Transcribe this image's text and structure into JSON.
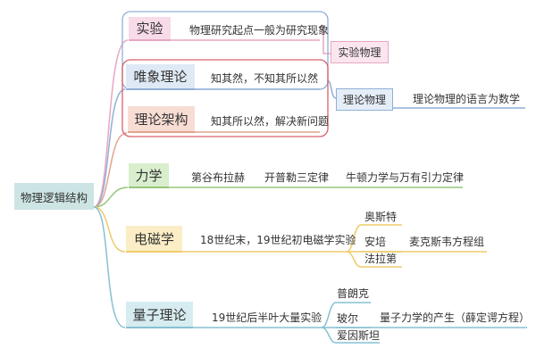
{
  "root": {
    "label": "物理逻辑结构"
  },
  "branches": {
    "shiyan": {
      "label": "实验",
      "desc": "物理研究起点一般为研究现象"
    },
    "weixiang": {
      "label": "唯象理论",
      "desc": "知其然，不知其所以然"
    },
    "jiagou": {
      "label": "理论架构",
      "desc": "知其所以然，解决新问题"
    },
    "lixue": {
      "label": "力学",
      "items": [
        "第谷布拉赫",
        "开普勒三定律",
        "牛顿力学与万有引力定律"
      ]
    },
    "dianci": {
      "label": "电磁学",
      "desc": "18世纪末，19世纪初电磁学实验",
      "people": [
        "奥斯特",
        "安培",
        "法拉第"
      ],
      "result": "麦克斯韦方程组"
    },
    "liangzi": {
      "label": "量子理论",
      "desc": "19世纪后半叶大量实验",
      "people": [
        "普朗克",
        "玻尔",
        "爱因斯坦"
      ],
      "result": "量子力学的产生（薛定谔方程）"
    }
  },
  "groups": {
    "shiyan_wuli": {
      "label": "实验物理"
    },
    "lilun_wuli": {
      "label": "理论物理",
      "desc": "理论物理的语言为数学"
    }
  },
  "colors": {
    "connector_root": "#e5c16a",
    "group_pink": "#e7a6c4",
    "group_red": "#d9606c",
    "group_blue": "#8fb0d6",
    "shiyan": "#e7a6c4",
    "weixiang": "#8fb0d6",
    "jiagou": "#e2a48e",
    "lixue": "#97c67a",
    "dianci": "#eecb6a",
    "liangzi": "#86c1d1"
  }
}
